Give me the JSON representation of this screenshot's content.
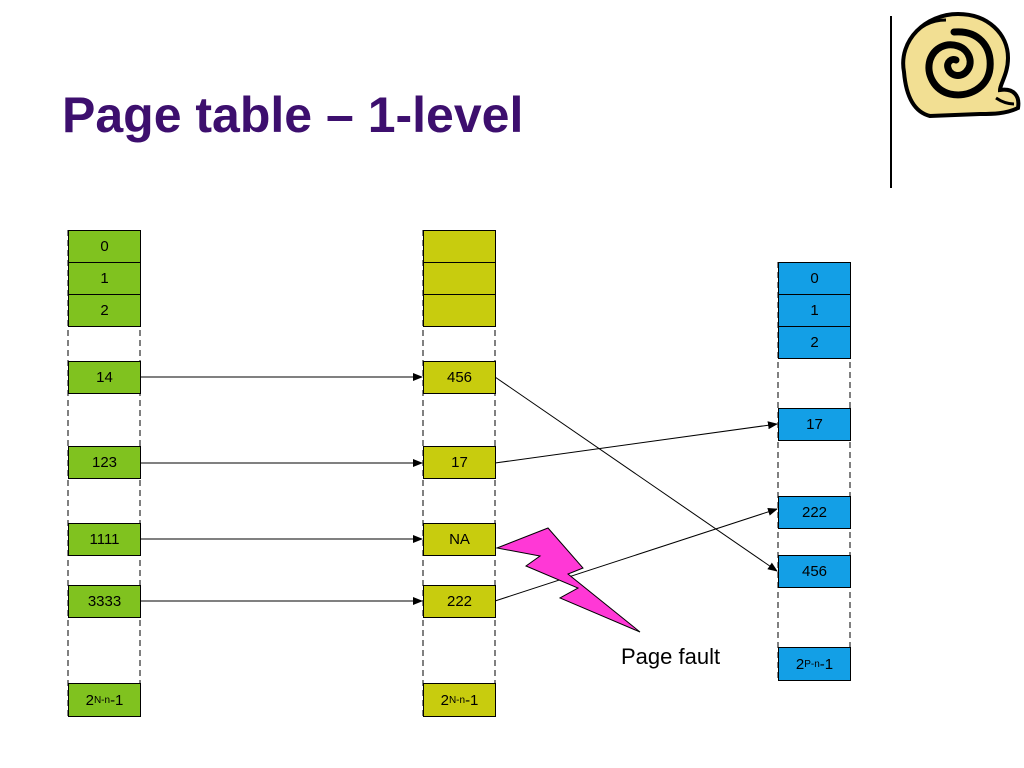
{
  "title": "Page table – 1-level",
  "left_column": {
    "cells": [
      "0",
      "1",
      "2",
      "14",
      "123",
      "1111",
      "3333"
    ],
    "last": {
      "base": "2",
      "sup": "N-n",
      "suffix": "-1"
    }
  },
  "middle_column": {
    "cells": [
      "",
      "",
      "",
      "456",
      "17",
      "NA",
      "222"
    ],
    "last": {
      "base": "2",
      "sup": "N-n",
      "suffix": "-1"
    }
  },
  "right_column": {
    "cells": [
      "0",
      "1",
      "2",
      "17",
      "222",
      "456"
    ],
    "last": {
      "base": "2",
      "sup": "P-n",
      "suffix": "-1"
    }
  },
  "page_fault_label": "Page fault",
  "colors": {
    "title": "#3d0f6e",
    "left_fill": "#80c21f",
    "middle_fill": "#c8cc0e",
    "right_fill": "#139fe6",
    "fault_bolt": "#ff38d6"
  },
  "icons": {
    "logo": "spiral-snail-icon"
  }
}
